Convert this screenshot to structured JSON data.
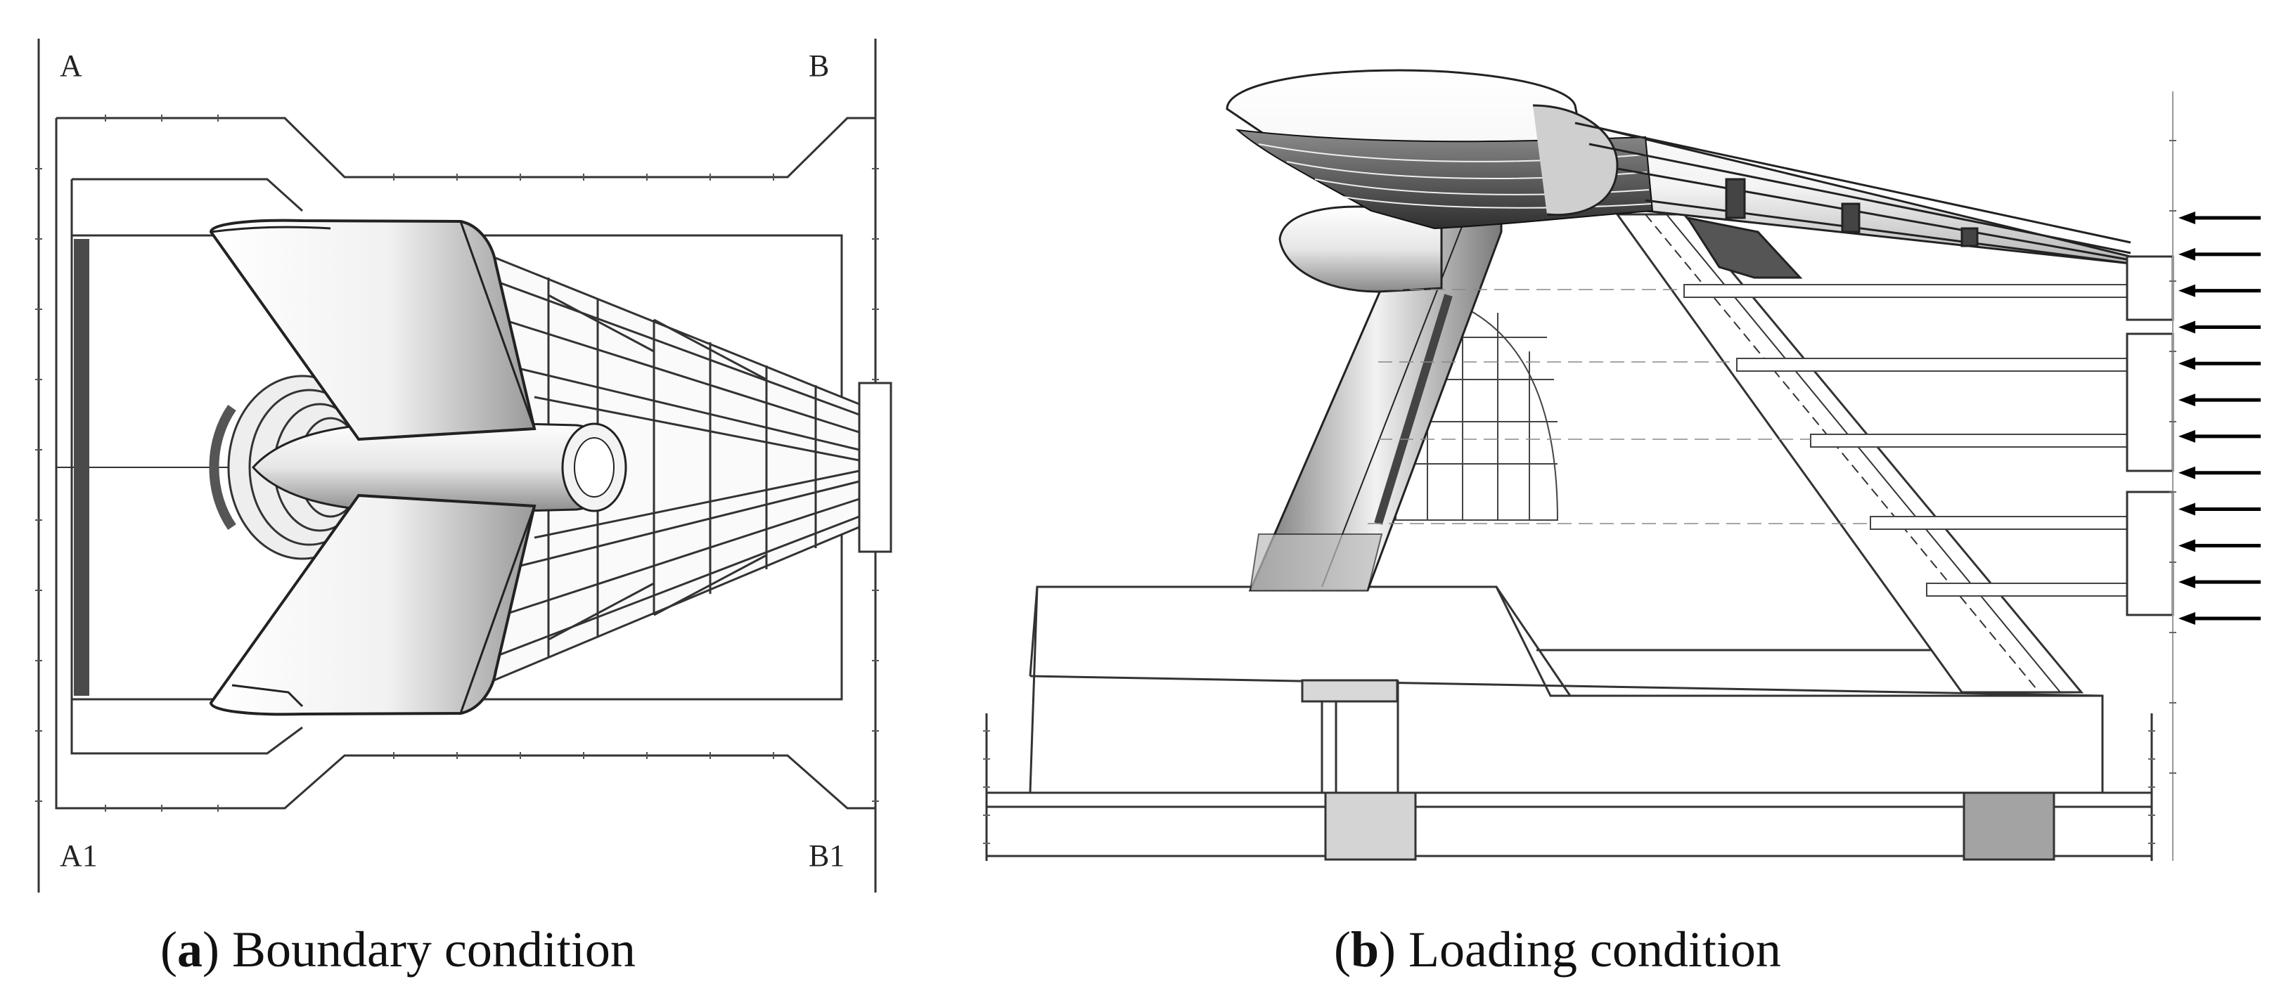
{
  "panel_a": {
    "corner_labels": {
      "top_left": "A",
      "top_right": "B",
      "bottom_left": "A1",
      "bottom_right": "B1"
    },
    "caption": {
      "letter": "a",
      "text": "Boundary condition"
    }
  },
  "panel_b": {
    "caption": {
      "letter": "b",
      "text": "Loading condition"
    },
    "load_arrow_count": 12
  }
}
